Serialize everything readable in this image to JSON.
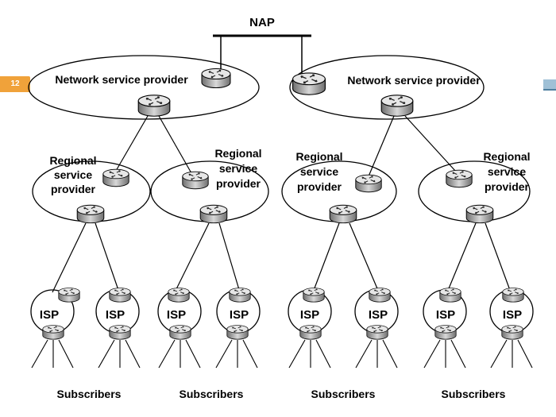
{
  "slide": {
    "number": "12"
  },
  "diagram": {
    "nap_label": "NAP",
    "nsp_label": "Network service provider",
    "rsp_line1": "Regional",
    "rsp_line2": "service",
    "rsp_line3": "provider",
    "isp_label": "ISP",
    "subscribers_label": "Subscribers"
  },
  "colors": {
    "badge": "#f0a23a",
    "accent_light": "#9fc0d6",
    "accent_dark": "#4f7f9f"
  }
}
